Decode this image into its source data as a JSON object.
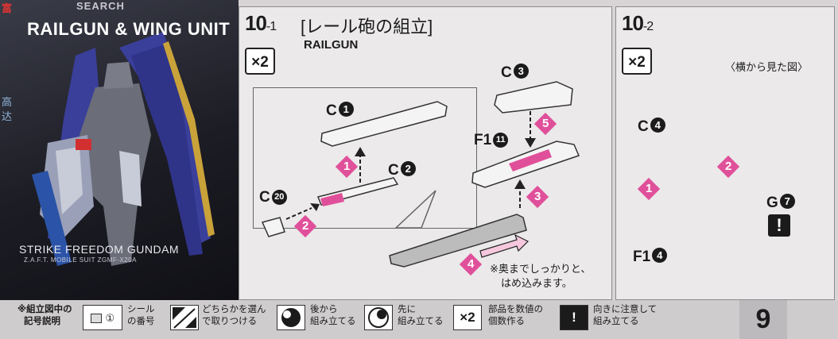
{
  "photo": {
    "title": "RAILGUN & WING UNIT",
    "caption": "STRIKE FREEDOM GUNDAM",
    "caption_sub": "Z.A.F.T. MOBILE SUIT ZGMF-X20A",
    "watermark": "SEARCH",
    "watermark_logo": "富",
    "side_text": "高达"
  },
  "step1": {
    "number": "10",
    "sub": "1",
    "title_jp": "[レール砲の組立]",
    "title_en": "RAILGUN",
    "multiplier": "×2",
    "labels": {
      "c1": "C",
      "c1_n": "1",
      "c2": "C",
      "c2_n": "2",
      "c3": "C",
      "c3_n": "3",
      "c20": "C",
      "c20_n": "20",
      "f1": "F1",
      "f1_n": "11"
    },
    "order": [
      "1",
      "2",
      "3",
      "4",
      "5"
    ],
    "note_line1": "※奥までしっかりと、",
    "note_line2": "はめ込みます。"
  },
  "step2": {
    "number": "10",
    "sub": "2",
    "multiplier": "×2",
    "side_view": "〈横から見た図〉",
    "labels": {
      "c4": "C",
      "c4_n": "4",
      "f1": "F1",
      "f1_n": "4",
      "g7": "G",
      "g7_n": "7"
    },
    "order": [
      "1",
      "2"
    ],
    "caution": "!"
  },
  "legend": {
    "header_line1": "※組立図中の",
    "header_line2": "記号説明",
    "items": [
      {
        "icon_text": "①",
        "line1": "シール",
        "line2": "の番号"
      },
      {
        "icon_text": "",
        "line1": "どちらかを選ん",
        "line2": "で取りつける"
      },
      {
        "icon_text": "",
        "line1": "後から",
        "line2": "組み立てる"
      },
      {
        "icon_text": "",
        "line1": "先に",
        "line2": "組み立てる"
      },
      {
        "icon_text": "×2",
        "line1": "部品を数値の",
        "line2": "個数作る"
      },
      {
        "icon_text": "!",
        "line1": "向きに注意して",
        "line2": "組み立てる"
      }
    ]
  },
  "page_number": "9",
  "colors": {
    "accent": "#e0509a",
    "panel": "#ebe9ea",
    "footer": "#cfccce"
  }
}
